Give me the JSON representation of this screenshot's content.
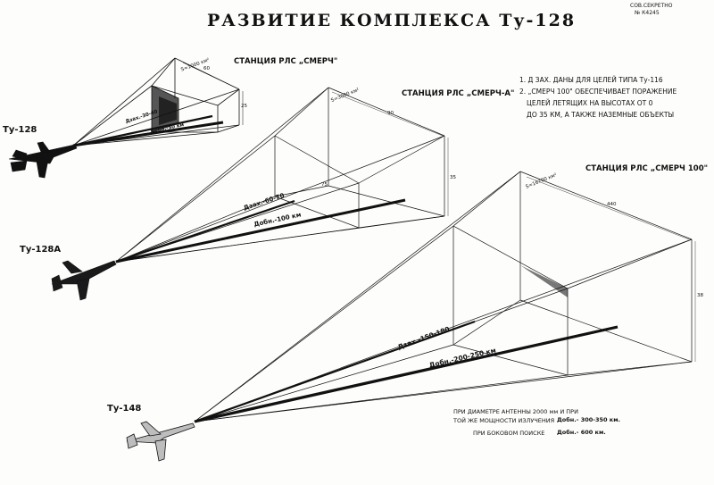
{
  "title": "РАЗВИТИЕ КОМПЛЕКСА Ту-128",
  "stamp": {
    "line1": "СОВ.СЕКРЕТНО",
    "line2": "№ К4245"
  },
  "notes": [
    "1. Д ЗАХ. ДАНЫ ДЛЯ ЦЕЛЕЙ ТИПА Ту-116",
    "2. „СМЕРЧ 100\" ОБЕСПЕЧИВАЕТ ПОРАЖЕНИЕ",
    "ЦЕЛЕЙ ЛЕТЯЩИХ НА ВЫСОТАХ ОТ 0",
    "ДО 35 КМ, А ТАКЖЕ НАЗЕМНЫЕ ОБЪЕКТЫ"
  ],
  "aircraft": [
    {
      "label": "Ту-128",
      "station": "СТАНЦИЯ РЛС „СМЕРЧ\"",
      "capture_range": "Дзах.-30-40",
      "detect_range": "Добн.-50 км",
      "area": "S=1000 км²",
      "width": "60",
      "height": "25"
    },
    {
      "label": "Ту-128А",
      "station": "СТАНЦИЯ РЛС „СМЕРЧ-А\"",
      "capture_range": "Дзах.-60-70",
      "detect_range": "Добн.-100 км",
      "area": "S=3000 км²",
      "width": "90",
      "height": "35",
      "aux": "75"
    },
    {
      "label": "Ту-148",
      "station": "СТАНЦИЯ РЛС „СМЕРЧ 100\"",
      "capture_range": "Дзах.-150-180",
      "detect_range": "Добн.-200-250 км",
      "area": "S=16700 км²",
      "width": "440",
      "height": "38"
    }
  ],
  "footnote": {
    "line1": "ПРИ ДИАМЕТРЕ АНТЕННЫ 2000 мм И ПРИ",
    "line2": "ТОЙ ЖЕ МОЩНОСТИ ИЗЛУЧЕНИЯ",
    "range1": "Добн.- 300-350 км.",
    "line3": "ПРИ БОКОВОМ ПОИСКЕ",
    "range2": "Добн.- 600 км."
  },
  "colors": {
    "ink": "#111111",
    "paper": "#fdfdfb",
    "shade": "#555555"
  }
}
